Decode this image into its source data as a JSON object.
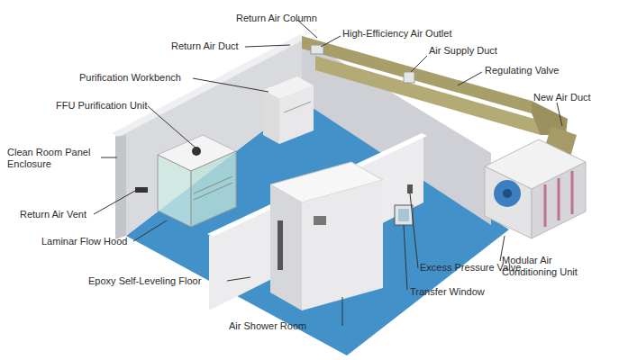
{
  "diagram": {
    "labels": [
      "Return Air Column",
      "Return Air Duct",
      "High-Efficiency Air Outlet",
      "Air Supply Duct",
      "Regulating Valve",
      "Purification Workbench",
      "New Air Duct",
      "FFU Purification Unit",
      "Clean Room Panel Enclosure",
      "Return Air Vent",
      "Modular Air Conditioning Unit",
      "Laminar Flow Hood",
      "Excess Pressure Valve",
      "Epoxy Self-Leveling Floor",
      "Transfer Window",
      "Air Shower Room"
    ]
  }
}
